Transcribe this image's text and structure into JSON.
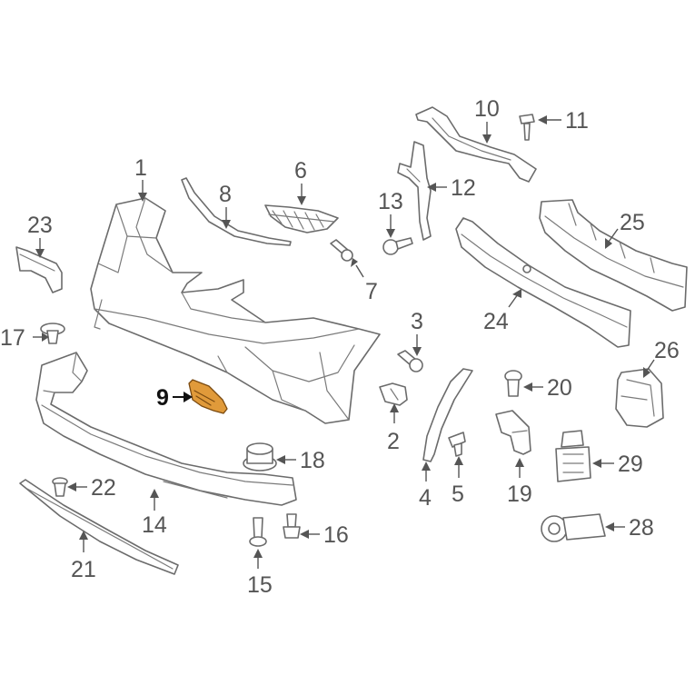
{
  "diagram": {
    "highlight_color": "#e09a3a",
    "line_color": "#6b6b6b",
    "highlighted_part": "9",
    "callouts": [
      {
        "id": "c1",
        "label": "1"
      },
      {
        "id": "c2",
        "label": "2"
      },
      {
        "id": "c3",
        "label": "3"
      },
      {
        "id": "c4",
        "label": "4"
      },
      {
        "id": "c5",
        "label": "5"
      },
      {
        "id": "c6",
        "label": "6"
      },
      {
        "id": "c7",
        "label": "7"
      },
      {
        "id": "c8",
        "label": "8"
      },
      {
        "id": "c9",
        "label": "9"
      },
      {
        "id": "c10",
        "label": "10"
      },
      {
        "id": "c11",
        "label": "11"
      },
      {
        "id": "c12",
        "label": "12"
      },
      {
        "id": "c13",
        "label": "13"
      },
      {
        "id": "c14",
        "label": "14"
      },
      {
        "id": "c15",
        "label": "15"
      },
      {
        "id": "c16",
        "label": "16"
      },
      {
        "id": "c17",
        "label": "17"
      },
      {
        "id": "c18",
        "label": "18"
      },
      {
        "id": "c19",
        "label": "19"
      },
      {
        "id": "c20",
        "label": "20"
      },
      {
        "id": "c21",
        "label": "21"
      },
      {
        "id": "c22",
        "label": "22"
      },
      {
        "id": "c23",
        "label": "23"
      },
      {
        "id": "c24",
        "label": "24"
      },
      {
        "id": "c25",
        "label": "25"
      },
      {
        "id": "c26",
        "label": "26"
      },
      {
        "id": "c28",
        "label": "28"
      },
      {
        "id": "c29",
        "label": "29"
      }
    ]
  }
}
